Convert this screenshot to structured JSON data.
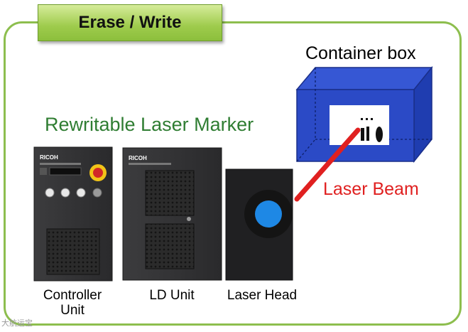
{
  "header": {
    "title": "Erase / Write"
  },
  "subtitle": "Rewritable Laser Marker",
  "container": {
    "label": "Container box"
  },
  "beam": {
    "label": "Laser Beam"
  },
  "devices": {
    "controller": {
      "brand": "RICOH",
      "label_line1": "Controller",
      "label_line2": "Unit"
    },
    "ld_unit": {
      "brand": "RICOH",
      "label": "LD Unit"
    },
    "laser_head": {
      "label": "Laser Head"
    }
  },
  "watermark": "大航运宝",
  "colors": {
    "frame": "#8dbe4e",
    "tab": "#9ecb4c",
    "subtitle": "#2f7d32",
    "box": "#2546c8",
    "beam": "#e02020",
    "lens": "#1e88e5"
  }
}
